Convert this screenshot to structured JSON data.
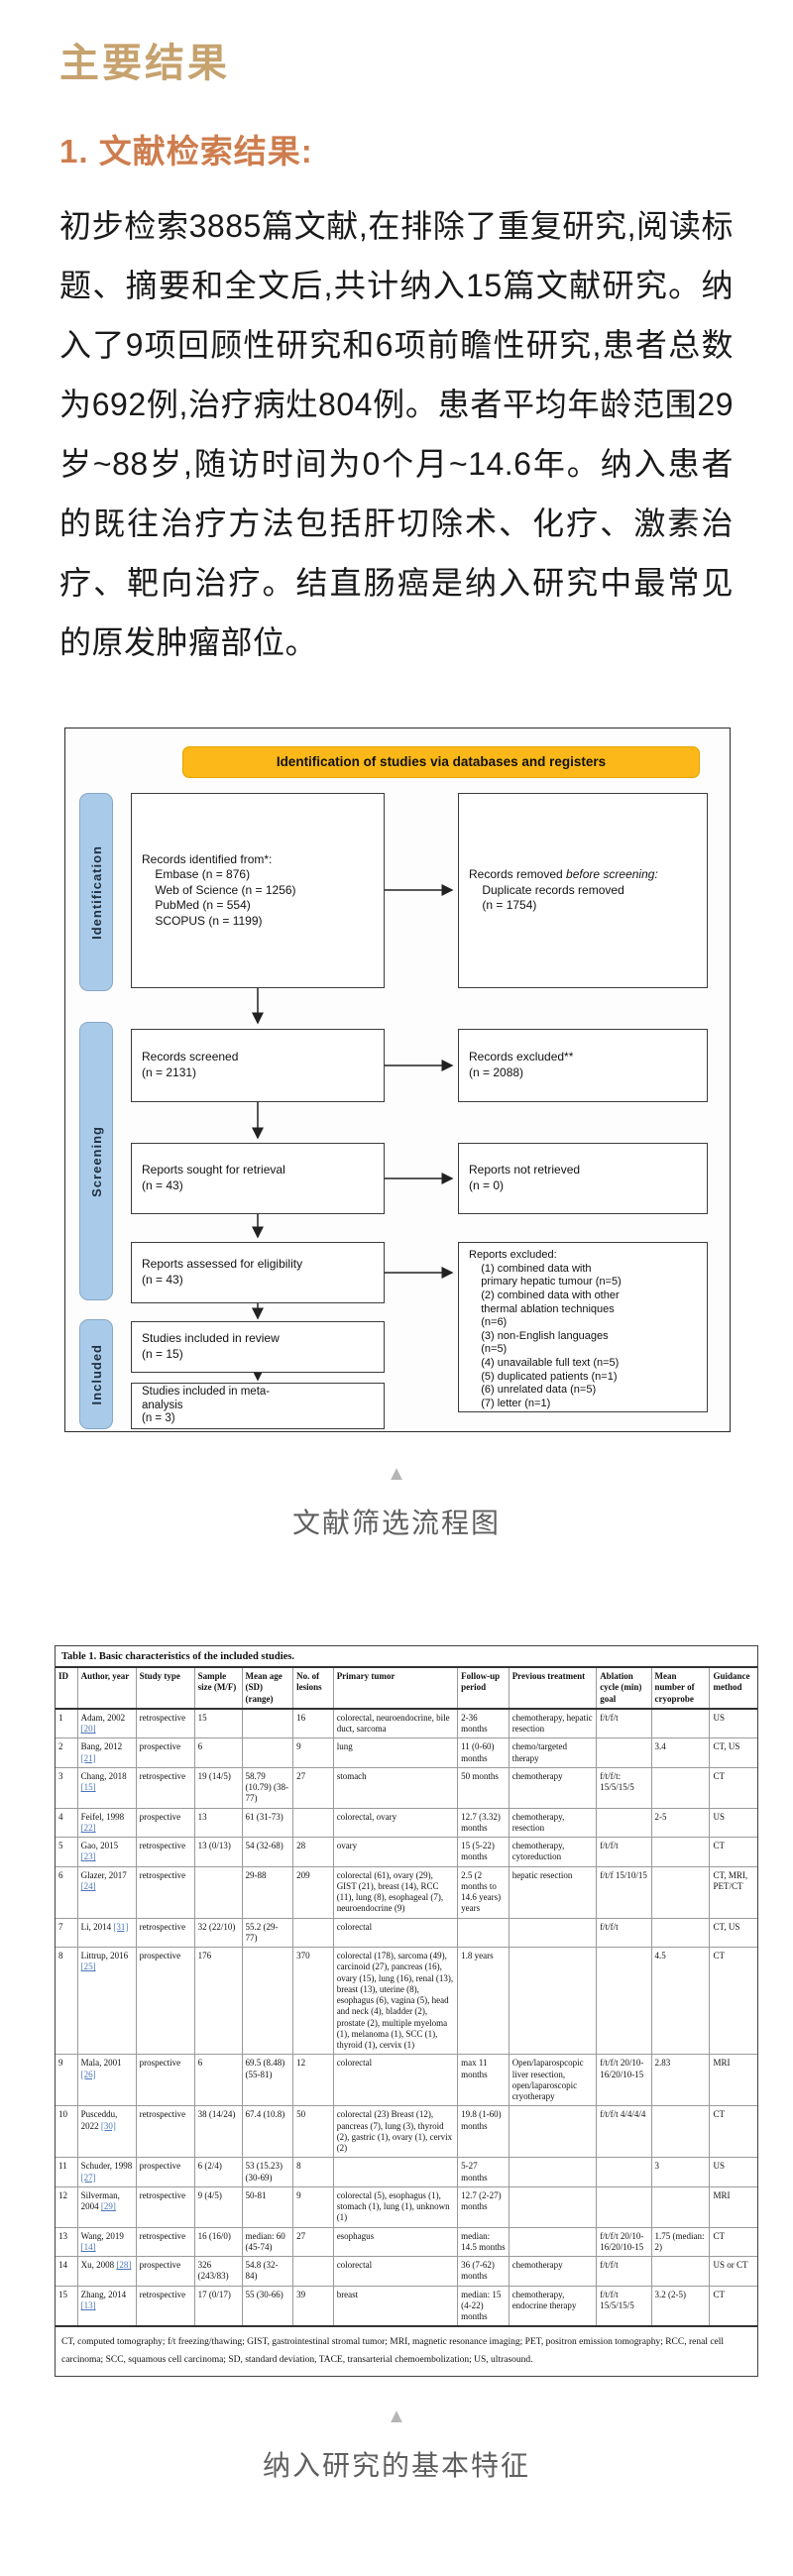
{
  "page": {
    "title": "主要结果",
    "section_heading": "1. 文献检索结果:",
    "paragraph": "初步检索3885篇文献,在排除了重复研究,阅读标题、摘要和全文后,共计纳入15篇文献研究。纳入了9项回顾性研究和6项前瞻性研究,患者总数为692例,治疗病灶804例。患者平均年龄范围29岁~88岁,随访时间为0个月~14.6年。纳入患者的既往治疗方法包括肝切除术、化疗、激素治疗、靶向治疗。结直肠癌是纳入研究中最常见的原发肿瘤部位。"
  },
  "colors": {
    "title_gold": "#c6a26e",
    "heading_orange": "#ce7d4e",
    "banner_yellow": "#fbb818",
    "side_label_blue": "#a9cbe9",
    "citation_blue": "#4a76b8"
  },
  "flowchart": {
    "banner": "Identification of studies via databases and registers",
    "side_labels": [
      "Identification",
      "Screening",
      "Included"
    ],
    "boxes": {
      "identified": "Records identified from*:\n    Embase (n = 876)\n    Web of Science (n = 1256)\n    PubMed (n = 554)\n    SCOPUS (n = 1199)",
      "removed_prefix": "Records removed ",
      "removed_italic": "before screening:",
      "removed_body": "    Duplicate records removed\n    (n = 1754)",
      "screened": "Records screened\n(n = 2131)",
      "excluded": "Records excluded**\n(n = 2088)",
      "sought": "Reports sought for retrieval\n(n = 43)",
      "not_retrieved": "Reports not retrieved\n(n = 0)",
      "assessed": "Reports assessed for eligibility\n(n = 43)",
      "reports_excluded": "Reports excluded:\n    (1) combined data with\n    primary hepatic tumour (n=5)\n    (2) combined data with other\n    thermal ablation techniques\n    (n=6)\n    (3) non-English languages\n    (n=5)\n    (4) unavailable full text (n=5)\n    (5) duplicated patients (n=1)\n    (6) unrelated data (n=5)\n    (7) letter (n=1)",
      "review": "Studies included in review\n(n = 15)",
      "meta": "Studies included in meta-\nanalysis\n(n = 3)"
    },
    "caption": "文献筛选流程图"
  },
  "table": {
    "title": "Table 1.  Basic characteristics of the included studies.",
    "headers": [
      "ID",
      "Author, year",
      "Study type",
      "Sample size (M/F)",
      "Mean age (SD) (range)",
      "No. of lesions",
      "Primary tumor",
      "Follow-up period",
      "Previous treatment",
      "Ablation cycle (min) goal",
      "Mean number of cryoprobe",
      "Guidance method"
    ],
    "rows": [
      {
        "id": "1",
        "author": "Adam, 2002",
        "ref": "[20]",
        "study_type": "retrospective",
        "sample": "15",
        "age": "",
        "lesions": "16",
        "primary": "colorectal, neuroendocrine, bile duct, sarcoma",
        "followup": "2-36 months",
        "previous": "chemotherapy, hepatic resection",
        "ablation": "f/t/f/t",
        "cryoprobe": "",
        "guidance": "US"
      },
      {
        "id": "2",
        "author": "Bang, 2012",
        "ref": "[21]",
        "study_type": "prospective",
        "sample": "6",
        "age": "",
        "lesions": "9",
        "primary": "lung",
        "followup": "11 (0-60) months",
        "previous": "chemo/targeted therapy",
        "ablation": "",
        "cryoprobe": "3.4",
        "guidance": "CT, US"
      },
      {
        "id": "3",
        "author": "Chang, 2018",
        "ref": "[15]",
        "study_type": "retrospective",
        "sample": "19 (14/5)",
        "age": "58.79 (10.79) (38-77)",
        "lesions": "27",
        "primary": "stomach",
        "followup": "50 months",
        "previous": "chemotherapy",
        "ablation": "f/t/f/t: 15/5/15/5",
        "cryoprobe": "",
        "guidance": "CT"
      },
      {
        "id": "4",
        "author": "Feifel, 1998",
        "ref": "[22]",
        "study_type": "prospective",
        "sample": "13",
        "age": "61 (31-73)",
        "lesions": "",
        "primary": "colorectal, ovary",
        "followup": "12.7 (3.32) months",
        "previous": "chemotherapy, resection",
        "ablation": "",
        "cryoprobe": "2-5",
        "guidance": "US"
      },
      {
        "id": "5",
        "author": "Gao, 2015",
        "ref": "[23]",
        "study_type": "retrospective",
        "sample": "13 (0/13)",
        "age": "54 (32-68)",
        "lesions": "28",
        "primary": "ovary",
        "followup": "15 (5-22) months",
        "previous": "chemotherapy, cytoreduction",
        "ablation": "f/t/f/t",
        "cryoprobe": "",
        "guidance": "CT"
      },
      {
        "id": "6",
        "author": "Glazer, 2017",
        "ref": "[24]",
        "study_type": "retrospective",
        "sample": "",
        "age": "29-88",
        "lesions": "209",
        "primary": "colorectal (61), ovary (29), GIST (21), breast (14), RCC (11), lung (8), esophageal (7), neuroendocrine (9)",
        "followup": "2.5 (2 months to 14.6 years) years",
        "previous": "hepatic resection",
        "ablation": "f/t/f 15/10/15",
        "cryoprobe": "",
        "guidance": "CT, MRI, PET/CT"
      },
      {
        "id": "7",
        "author": "Li, 2014",
        "ref": "[31]",
        "study_type": "retrospective",
        "sample": "32 (22/10)",
        "age": "55.2 (29-77)",
        "lesions": "",
        "primary": "colorectal",
        "followup": "",
        "previous": "",
        "ablation": "f/t/f/t",
        "cryoprobe": "",
        "guidance": "CT, US"
      },
      {
        "id": "8",
        "author": "Littrup, 2016",
        "ref": "[25]",
        "study_type": "prospective",
        "sample": "176",
        "age": "",
        "lesions": "370",
        "primary": "colorectal (178), sarcoma (49), carcinoid (27), pancreas (16), ovary (15), lung (16), renal (13), breast (13), uterine (8), esophagus (6), vagina (5), head and neck (4), bladder (2), prostate (2), multiple myeloma (1), melanoma (1), SCC (1), thyroid (1), cervix (1)",
        "followup": "1.8 years",
        "previous": "",
        "ablation": "",
        "cryoprobe": "4.5",
        "guidance": "CT"
      },
      {
        "id": "9",
        "author": "Mala, 2001",
        "ref": "[26]",
        "study_type": "prospective",
        "sample": "6",
        "age": "69.5 (8.48) (55-81)",
        "lesions": "12",
        "primary": "colorectal",
        "followup": "max 11 months",
        "previous": "Open/laparospcopic liver resection, open/laparoscopic cryotherapy",
        "ablation": "f/t/f/t 20/10-16/20/10-15",
        "cryoprobe": "2.83",
        "guidance": "MRI"
      },
      {
        "id": "10",
        "author": "Pusceddu, 2022",
        "ref": "[30]",
        "study_type": "retrospective",
        "sample": "38 (14/24)",
        "age": "67.4 (10.8)",
        "lesions": "50",
        "primary": "colorectal (23) Breast (12), pancreas (7), lung (3), thyroid (2), gastric (1), ovary (1), cervix (2)",
        "followup": "19.8 (1-60) months",
        "previous": "",
        "ablation": "f/t/f/t 4/4/4/4",
        "cryoprobe": "",
        "guidance": "CT"
      },
      {
        "id": "11",
        "author": "Schuder, 1998",
        "ref": "[27]",
        "study_type": "prospective",
        "sample": "6 (2/4)",
        "age": "53 (15.23) (30-69)",
        "lesions": "8",
        "primary": "",
        "followup": "5-27 months",
        "previous": "",
        "ablation": "",
        "cryoprobe": "3",
        "guidance": "US"
      },
      {
        "id": "12",
        "author": "Silverman, 2004",
        "ref": "[29]",
        "study_type": "retrospective",
        "sample": "9 (4/5)",
        "age": "50-81",
        "lesions": "9",
        "primary": "colorectal (5), esophagus (1), stomach (1), lung (1), unknown (1)",
        "followup": "12.7 (2-27) months",
        "previous": "",
        "ablation": "",
        "cryoprobe": "",
        "guidance": "MRI"
      },
      {
        "id": "13",
        "author": "Wang, 2019",
        "ref": "[14]",
        "study_type": "retrospective",
        "sample": "16 (16/0)",
        "age": "median: 60 (45-74)",
        "lesions": "27",
        "primary": "esophagus",
        "followup": "median: 14.5 months",
        "previous": "",
        "ablation": "f/t/f/t 20/10-16/20/10-15",
        "cryoprobe": "1.75 (median: 2)",
        "guidance": "CT"
      },
      {
        "id": "14",
        "author": "Xu, 2008",
        "ref": "[28]",
        "study_type": "prospective",
        "sample": "326 (243/83)",
        "age": "54.8 (32-84)",
        "lesions": "",
        "primary": "colorectal",
        "followup": "36 (7-62) months",
        "previous": "chemotherapy",
        "ablation": "f/t/f/t",
        "cryoprobe": "",
        "guidance": "US or CT"
      },
      {
        "id": "15",
        "author": "Zhang, 2014",
        "ref": "[13]",
        "study_type": "retrospective",
        "sample": "17 (0/17)",
        "age": "55 (30-66)",
        "lesions": "39",
        "primary": "breast",
        "followup": "median: 15 (4-22) months",
        "previous": "chemotherapy, endocrine therapy",
        "ablation": "f/t/f/t 15/5/15/5",
        "cryoprobe": "3.2 (2-5)",
        "guidance": "CT"
      }
    ],
    "footnote": "CT, computed tomography; f/t freezing/thawing; GIST, gastrointestinal stromal tumor; MRI, magnetic resonance imaging; PET, positron emission tomography; RCC, renal cell carcinoma; SCC, squamous cell carcinoma; SD, standard deviation, TACE, transarterial chemoembolization; US, ultrasound.",
    "caption": "纳入研究的基本特征"
  }
}
